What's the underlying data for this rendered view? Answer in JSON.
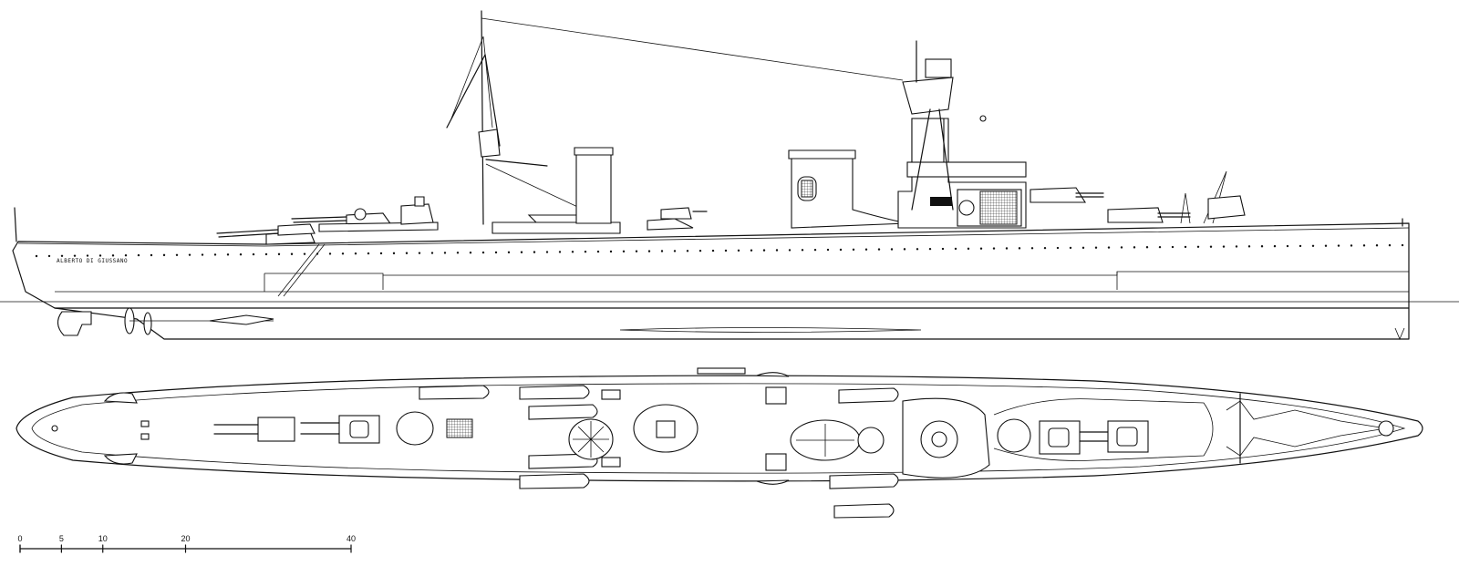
{
  "hull_name": "ALBERTO DI GIUSSANO",
  "scale": {
    "unit_ticks": [
      0,
      5,
      10,
      20,
      40
    ],
    "labels": [
      "0",
      "5",
      "10",
      "20",
      "40"
    ]
  },
  "colors": {
    "ink": "#111111",
    "paper": "#ffffff"
  },
  "views": [
    "side-elevation",
    "plan-view"
  ]
}
